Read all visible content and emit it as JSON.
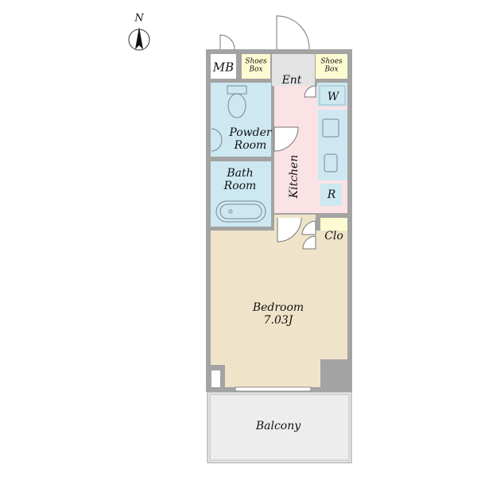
{
  "compass": {
    "label": "N"
  },
  "rooms": {
    "mb": "MB",
    "shoes_box_left": [
      "Shoes",
      "Box"
    ],
    "shoes_box_right": [
      "Shoes",
      "Box"
    ],
    "entrance": "Ent",
    "washer": "W",
    "powder_room": [
      "Powder",
      "Room"
    ],
    "bath_room": [
      "Bath",
      "Room"
    ],
    "kitchen": "Kitchen",
    "refrigerator": "R",
    "closet": "Clo",
    "bedroom": "Bedroom",
    "bedroom_size": "7.03J",
    "balcony": "Balcony"
  },
  "colors": {
    "wall": "#a3a3a3",
    "wet": "#cde8f1",
    "kitchen": "#fbe2e5",
    "storage": "#fdfbd2",
    "bedroom": "#efe4c9",
    "entrance": "#e3e3e3",
    "balcony": "#ededed"
  }
}
